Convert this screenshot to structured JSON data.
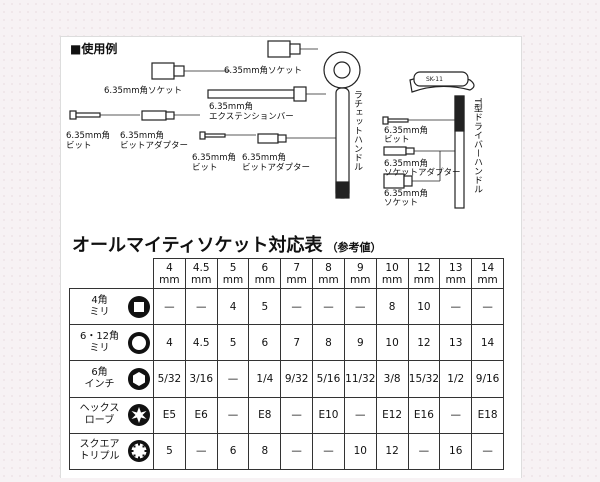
{
  "usage": {
    "title": "■使用例",
    "labels": {
      "socket_left": "6.35mm角ソケット",
      "socket_top": "6.35mm角ソケット",
      "ext_1": "6.35mm角",
      "ext_2": "エクステンションバー",
      "bit_1": "6.35mm角",
      "bit_2": "ビット",
      "bit_adapter_1": "6.35mm角",
      "bit_adapter_2": "ビットアダプター",
      "mid_bit_1": "6.35mm角",
      "mid_bit_2": "ビット",
      "mid_adapter_1": "6.35mm角",
      "mid_adapter_2": "ビットアダプター",
      "ratchet": "ラチェットハンドル",
      "t_handle": "T型ドライバーハンドル",
      "right_bit_1": "6.35mm角",
      "right_bit_2": "ビット",
      "right_sockadapter_1": "6.35mm角",
      "right_sockadapter_2": "ソケットアダプター",
      "right_socket_1": "6.35mm角",
      "right_socket_2": "ソケット",
      "brand": "SK-11"
    }
  },
  "table": {
    "title": "オールマイティソケット対応表",
    "subtitle": "（参考値）",
    "unit": "mm",
    "sizes": [
      "4",
      "4.5",
      "5",
      "6",
      "7",
      "8",
      "9",
      "10",
      "12",
      "13",
      "14"
    ],
    "rows": [
      {
        "name1": "4角",
        "name2": "ミリ",
        "icon": "square-socket-icon",
        "values": [
          "—",
          "—",
          "4",
          "5",
          "—",
          "—",
          "—",
          "8",
          "10",
          "—",
          "—"
        ]
      },
      {
        "name1": "6・12角",
        "name2": "ミリ",
        "icon": "circle-socket-icon",
        "values": [
          "4",
          "4.5",
          "5",
          "6",
          "7",
          "8",
          "9",
          "10",
          "12",
          "13",
          "14"
        ]
      },
      {
        "name1": "6角",
        "name2": "インチ",
        "icon": "hexagon-socket-icon",
        "values": [
          "5/32",
          "3/16",
          "—",
          "1/4",
          "9/32",
          "5/16",
          "11/32",
          "3/8",
          "15/32",
          "1/2",
          "9/16"
        ]
      },
      {
        "name1": "ヘックス",
        "name2": "ローブ",
        "icon": "torx-star-icon",
        "values": [
          "E5",
          "E6",
          "—",
          "E8",
          "—",
          "E10",
          "—",
          "E12",
          "E16",
          "—",
          "E18"
        ]
      },
      {
        "name1": "スクエア",
        "name2": "トリプル",
        "icon": "triple-square-icon",
        "values": [
          "5",
          "—",
          "6",
          "8",
          "—",
          "—",
          "10",
          "12",
          "—",
          "16",
          "—"
        ]
      }
    ]
  }
}
